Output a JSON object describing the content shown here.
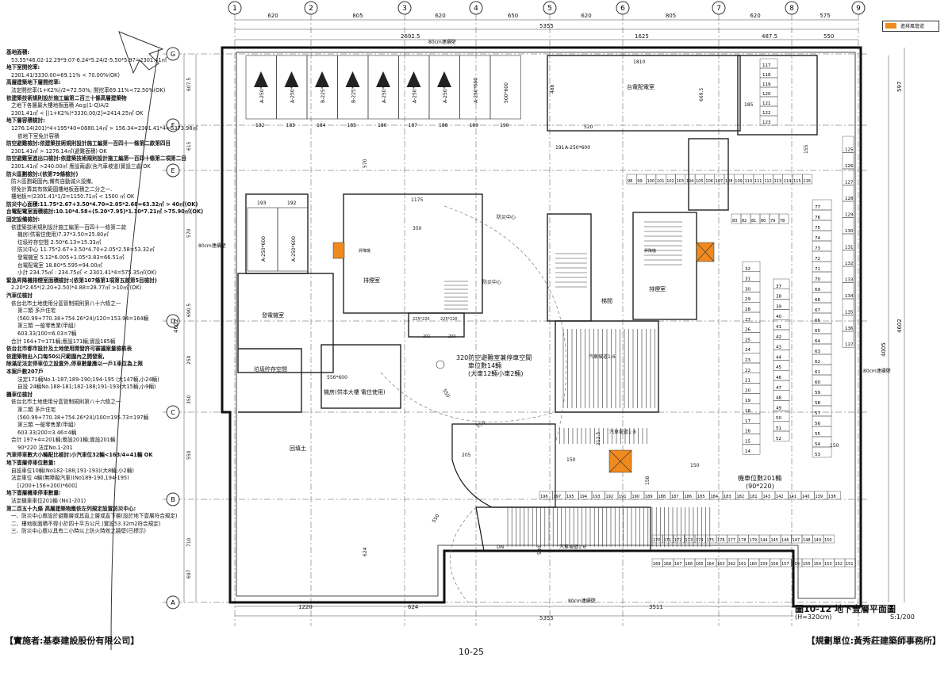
{
  "grid": {
    "columns": [
      "1",
      "2",
      "3",
      "4",
      "5",
      "6",
      "7",
      "8",
      "9"
    ],
    "rows": [
      "G",
      "F",
      "E",
      "D",
      "C",
      "B",
      "A"
    ],
    "top_dims": [
      "620",
      "805",
      "620",
      "650",
      "620",
      "805",
      "620",
      "575"
    ],
    "top_total": "5355",
    "bottom_total": "5355",
    "top_sub": [
      "2692.5",
      "1625",
      "487.5",
      "550"
    ],
    "bottom_sub": [
      "1220",
      "624",
      "3511"
    ],
    "left_dims": [
      "607.5",
      "615",
      "570",
      "690.5",
      "250",
      "350",
      "550",
      "710",
      "697"
    ],
    "right_dims": [
      "597",
      "4602",
      "4005"
    ],
    "left_total": "4602",
    "wall_notes": [
      "80cm連續壁",
      "80cm連續壁",
      "80cm連續壁",
      "80cm連續壁"
    ]
  },
  "notes": [
    {
      "t": "基地面積:",
      "c": "h"
    },
    {
      "t": "53.55*46.02-12.29*9.07-6.24*5.24/2-5.50*5.97=2301.41㎡",
      "c": "i1"
    },
    {
      "t": "地下室開挖率:",
      "c": "h"
    },
    {
      "t": "2301.41/3330.00=69.11% < 70.00%(OK)",
      "c": "i1"
    },
    {
      "t": "高層建築地下層開挖率:",
      "c": "h"
    },
    {
      "t": "法定開挖率(1+K2%)/2=72.50%; 開挖率69.11%<72.50%(OK)",
      "c": "i1"
    },
    {
      "t": "依建築技術規則設計施工編第二百三十條高層建築物",
      "c": "h"
    },
    {
      "t": "之地下各層最大樓地板面積  Ao≦(1-Q)A/2",
      "c": "i1"
    },
    {
      "t": "2301.41㎡ < [(1+K2%)*3330.00/2]=2414.25㎡ OK",
      "c": "i1"
    },
    {
      "t": "地下層容積檢討:",
      "c": "h"
    },
    {
      "t": "1276.14(201)*4+195*40=0880.14㎡ > 156.34=2301.41*4=G373.98㎡",
      "c": "i1"
    },
    {
      "t": "依地下室免計容積",
      "c": "i2"
    },
    {
      "t": "防空避難檢討:依建築技術規則設計施工編第一百四十一條第二款第四目",
      "c": "h"
    },
    {
      "t": "2301.41㎡ > 1276.14㎡(避難面積) OK",
      "c": "i1"
    },
    {
      "t": "防空避難室進出口檢討:依建築技術規則設計施工編第一百四十條第二項第二目",
      "c": "h"
    },
    {
      "t": "2301.41㎡ >240.00㎡ 應設兩處(含汽車坡道)實設三處 OK",
      "c": "i1"
    },
    {
      "t": "防火區劃檢討:(依第79條檢討)",
      "c": "h"
    },
    {
      "t": "防火區劃範圍內,備有自動滅火設備,",
      "c": "i1"
    },
    {
      "t": "得免計算其有效範圍樓地板面積之二分之一.",
      "c": "i1"
    },
    {
      "t": "樓地板=(2301.41*1/2=1150.71㎡ < 1500 ㎡ OK",
      "c": "i1"
    },
    {
      "t": "防災中心面積:11.75*2.67+3.50*4.70=2.05*2.68=63.32㎡ > 40㎡(OK)",
      "c": "h"
    },
    {
      "t": "台電配電室面積檢討:10.10*4.58+(5.20*7.95)*1.10*7.21㎡ >75.90㎡(OK)",
      "c": "h"
    },
    {
      "t": "固定設備檢討:",
      "c": "h"
    },
    {
      "t": "依建築技術規則設計施工編第一百四十一條第二款",
      "c": "i1"
    },
    {
      "t": "機房(供電住使用)7.37*3.50=25.80㎡",
      "c": "i2"
    },
    {
      "t": "垃圾貯存空間 2.50*6.13=15.33㎡",
      "c": "i2"
    },
    {
      "t": "防災中心    11.75*2.67+3.50*4.70+2.05*2.58=53.32㎡",
      "c": "i2"
    },
    {
      "t": "發電機室    5.12*6.005+1.05*3.83=66.51㎡",
      "c": "i2"
    },
    {
      "t": "台電配電室  18.80*5.595=94.00㎡",
      "c": "i2"
    },
    {
      "t": "小計        234.75㎡ : 234.75㎡ < 2301.41*4=575.35㎡(OK)",
      "c": "i2"
    },
    {
      "t": "緊急昇降機排煙室面積檢討:(依第107條第1項第五款第5目檢討)",
      "c": "h"
    },
    {
      "t": "2.20*2.65*(2.20+2.50)*4.88=28.77㎡ >10㎡ (OK)",
      "c": "i1"
    },
    {
      "t": "汽車位檢討",
      "c": "h"
    },
    {
      "t": "依台北市土地使用分區管制規則第八十六條之一",
      "c": "i1"
    },
    {
      "t": "第二類  多戶住宅",
      "c": "i2"
    },
    {
      "t": "(560.99+770.38+754.26*24)/120=153.94=164輛",
      "c": "i2"
    },
    {
      "t": "第三類  一般零售業(甲組)",
      "c": "i2"
    },
    {
      "t": "603.33/100=6.03=7輛",
      "c": "i2"
    },
    {
      "t": "合計  164+7=171輛;應設171輛;實設185輛",
      "c": "i1"
    },
    {
      "t": "依台北市都市設計及土地使用開發許可審議案量檢核表",
      "c": "h"
    },
    {
      "t": "依建築物出入口每50公尺範圍內之開發案,",
      "c": "h"
    },
    {
      "t": "除滿足法定停車位之設置外,停車數量應以一戶1車位為上限",
      "c": "h"
    },
    {
      "t": "本案戶數207戶",
      "c": "h"
    },
    {
      "t": "法定171輛No.1-187;189-190;194-195 (大147輛,小24輛)",
      "c": "i2"
    },
    {
      "t": "自設 24輛No.188-181;182-188;191-193(大15輛,小9輛)",
      "c": "i2"
    },
    {
      "t": "機車位檢討",
      "c": "h"
    },
    {
      "t": "依台北市土地使用分區管制規則第八十六條之一",
      "c": "i1"
    },
    {
      "t": "第二類  多戶住宅",
      "c": "i2"
    },
    {
      "t": "(560.99+770.38+754.26*24)/100=195.73=197輛",
      "c": "i2"
    },
    {
      "t": "第三類  一般零售業(甲組)",
      "c": "i2"
    },
    {
      "t": "603.33/200=3.46=4輛",
      "c": "i2"
    },
    {
      "t": "合計      197+4=201輛;應設201輛;實設201輛",
      "c": "i1"
    },
    {
      "t": "90*220  法定No.1-201",
      "c": "i2"
    },
    {
      "t": "汽車停車數大小輛配比檢討:小汽車位32輛<163/4=41輛 OK",
      "c": "h"
    },
    {
      "t": "地下壹層停車位數量:",
      "c": "h"
    },
    {
      "t": "自設車位10輛(No182-188;191-193)(大8輛;小2輛)",
      "c": "i1"
    },
    {
      "t": "法定車位 4輛(無障礙汽車)(No189-190,194-195)",
      "c": "i1"
    },
    {
      "t": "[(200+156+200)*600]",
      "c": "i2"
    },
    {
      "t": "地下壹層機車停車數量:",
      "c": "h"
    },
    {
      "t": "法定機車車位201輛 (No1-201)",
      "c": "i1"
    },
    {
      "t": "第二百五十九條 高層建築物應依左列規定設置防災中心:",
      "c": "h"
    },
    {
      "t": "一、防災中心應設於避難層或其直上層或直下層(設於地下壹層符合規定)",
      "c": "i1"
    },
    {
      "t": "二、樓地板面積不得小於四十平方公尺.(實設53.32m2符合規定)",
      "c": "i1"
    },
    {
      "t": "三、防災中心應以具有二小時以上防火時效之牆壁(已標示)",
      "c": "i1"
    }
  ],
  "rooms": {
    "taipower": "台電配電室",
    "generator": "發電機室",
    "trash": "垃圾貯存空間",
    "machine": "機房(供本大樓\n電住使用)",
    "backfill": "回填土",
    "shelter": "320防空避難室兼停車空間",
    "shelter_sub1": "車位數14輛",
    "shelter_sub2": "(大車12輛小車2輛)",
    "ramp_up": "汽車坡道1:6",
    "ramp_mid": "汽車坡道1:8",
    "ramp_low": "汽車坡道1:6",
    "moto_count": "機車位數201輛",
    "moto_size": "(90*220)",
    "lobby_l": "排煙室",
    "lobby_r": "排煙室",
    "hall": "梯間",
    "elev_l": "昇降機",
    "elev_r": "昇降機",
    "fire_l": "防災中心",
    "r550": "550",
    "dn": "DN",
    "fire_r": "防災中心"
  },
  "dims": {
    "d1810": "1810",
    "d669": "669.5",
    "d185": "185",
    "d155": "155",
    "d1175": "1175",
    "d350": "350",
    "d550a": "550",
    "d550b": "550",
    "d624": "624",
    "d530": "530",
    "d212": "212.5",
    "d205": "205",
    "d150a": "150",
    "d150b": "150",
    "d150c": "150",
    "d158": "158",
    "d570": "570",
    "d520": "520",
    "d488": "488",
    "d556": "556*600",
    "d225a": "225*220",
    "d225b": "225*220",
    "d201": "201",
    "d200": "200"
  },
  "car_labels": {
    "top": [
      "A-250*600",
      "A-250*600",
      "B-225*575",
      "B-225*575",
      "A-250*600",
      "A-250*600",
      "A-250*600",
      "A-250*600",
      "500*600"
    ],
    "top_nums": [
      "182",
      "183",
      "184",
      "185",
      "186",
      "187",
      "188",
      "189",
      "190"
    ],
    "left": [
      "A-250*600",
      "A-250*600"
    ],
    "left_nums": [
      "193",
      "192"
    ],
    "mid": [
      "A-250*600"
    ],
    "mid_nums": [
      "191"
    ]
  },
  "moto_right_a": [
    "117",
    "118",
    "119",
    "120",
    "121",
    "122",
    "123"
  ],
  "moto_right_b": [
    "125",
    "126",
    "127",
    "128",
    "129",
    "130",
    "131",
    "132",
    "133",
    "134",
    "135",
    "136",
    "137"
  ],
  "moto_col_a": [
    "32",
    "31",
    "30",
    "29",
    "28",
    "27",
    "26",
    "25",
    "24",
    "23",
    "22",
    "21",
    "20",
    "19",
    "18",
    "17",
    "16",
    "15",
    "14"
  ],
  "moto_col_b": [
    "37",
    "38",
    "39",
    "40",
    "41",
    "42",
    "43",
    "44",
    "45",
    "46",
    "47",
    "48",
    "49",
    "50",
    "51",
    "52"
  ],
  "moto_col_c": [
    "77",
    "76",
    "75",
    "74",
    "73",
    "72",
    "71",
    "70",
    "69",
    "68",
    "67",
    "66",
    "65",
    "64",
    "63",
    "62",
    "61",
    "60",
    "59",
    "58",
    "57",
    "56",
    "55",
    "54",
    "53"
  ],
  "moto_row_top": [
    "98",
    "99",
    "100",
    "101",
    "102",
    "103",
    "104",
    "105",
    "106",
    "107",
    "108",
    "109",
    "110",
    "111",
    "112",
    "113",
    "114",
    "115",
    "116"
  ],
  "moto_row_2": [
    "83",
    "82",
    "81",
    "80",
    "79",
    "78"
  ],
  "moto_row_bottom1": [
    "196",
    "197",
    "195",
    "194",
    "193",
    "192",
    "191",
    "190",
    "189",
    "188",
    "187",
    "186",
    "185",
    "184",
    "183",
    "182",
    "181",
    "143",
    "142",
    "141",
    "140",
    "139",
    "138"
  ],
  "moto_row_bottom2": [
    "170",
    "171",
    "172",
    "173",
    "174",
    "175",
    "176",
    "177",
    "178",
    "179",
    "144",
    "145",
    "146",
    "147",
    "148",
    "149",
    "150"
  ],
  "moto_row_bottom3": [
    "169",
    "168",
    "167",
    "166",
    "165",
    "164",
    "163",
    "162",
    "161",
    "160",
    "159",
    "158",
    "157",
    "156",
    "155",
    "154",
    "153",
    "152",
    "151"
  ],
  "legend_label": "進排風管道",
  "title": "圖10-12 地下壹層平面圖",
  "title_height": "(H=320cm)",
  "title_scale": "S:1/200",
  "footer_left": "【實施者:基泰建設股份有限公司】",
  "footer_right": "【規劃單位:黃秀莊建築師事務所】",
  "page_no": "10-25"
}
